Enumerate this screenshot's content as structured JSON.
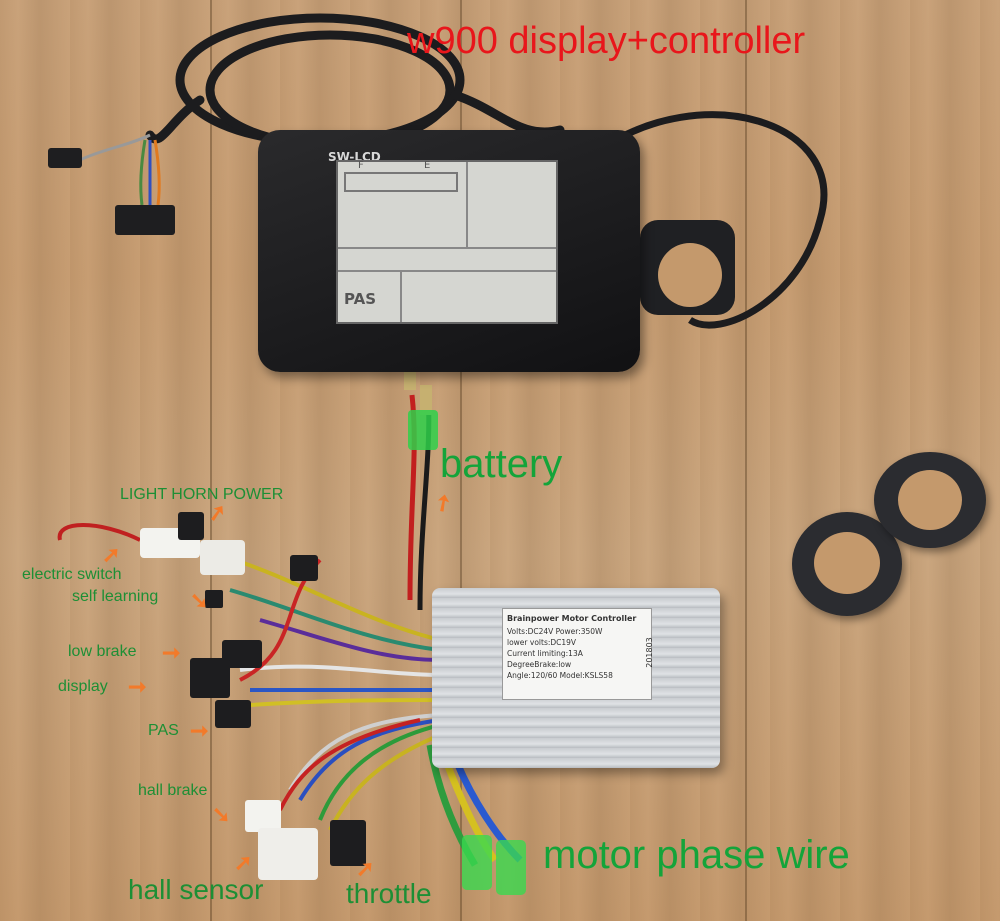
{
  "title": "w900 display+controller",
  "labels": {
    "battery": "battery",
    "light_horn_power": "LIGHT HORN POWER",
    "electric_switch": "electric switch",
    "self_learning": "self learning",
    "low_brake": "low brake",
    "display": "display",
    "pas": "PAS",
    "hall_brake": "hall brake",
    "hall_sensor": "hall sensor",
    "throttle": "throttle",
    "motor_phase_wire": "motor phase wire"
  },
  "lcd": {
    "brand": "SW-LCD",
    "f_mark": "F",
    "e_mark": "E",
    "pas_text": "PAS"
  },
  "controller_label": {
    "title": "Brainpower Motor Controller",
    "line1": "Volts:DC24V    Power:350W",
    "line2": "lower volts:DC19V",
    "line3": "Current limiting:13A",
    "line4": "DegreeBrake:low",
    "line5": "Angle:120/60  Model:KSLS58",
    "date_code": "201803"
  },
  "colors": {
    "title_red": "#e8161b",
    "label_green": "#14a43a",
    "arrow_orange": "#f27a2a"
  }
}
